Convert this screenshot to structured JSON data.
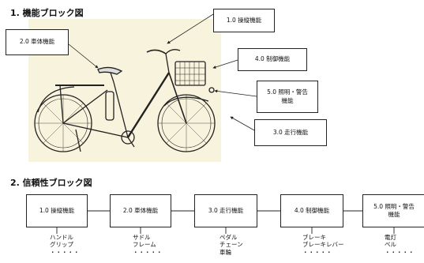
{
  "headings": {
    "function_block": "1. 機能ブロック図",
    "reliability_block": "2. 信頼性ブロック図"
  },
  "callouts": {
    "steering": "1.0  操縦機能",
    "body": "2.0  車体機能",
    "control": "4.0  制御機能",
    "lighting": "5.0  照明・警告\n機能",
    "running": "3.0  走行機能"
  },
  "reliability_chain": [
    {
      "label": "1.0  操縦機能",
      "parts": "ハンドル\nグリップ\n・・・・・"
    },
    {
      "label": "2.0  車体機能",
      "parts": "サドル\nフレーム\n・・・・・"
    },
    {
      "label": "3.0  走行機能",
      "parts": "ペダル\nチェーン\n車輪"
    },
    {
      "label": "4.0  制御機能",
      "parts": "ブレーキ\nブレーキレバー\n・・・・・"
    },
    {
      "label": "5.0  照明・警告\n機能",
      "parts": "電灯\nベル\n・・・・・"
    }
  ],
  "colors": {
    "photo_background": "#f8f3dc",
    "line": "#222222"
  }
}
